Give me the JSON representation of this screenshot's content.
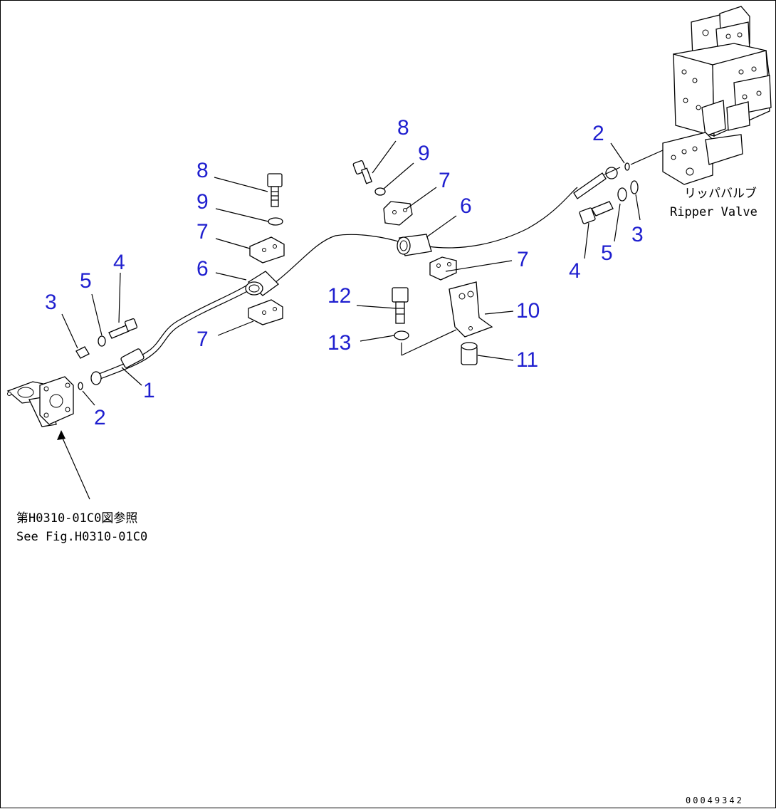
{
  "callouts": [
    {
      "id": "c8a",
      "text": "8"
    },
    {
      "id": "c9a",
      "text": "9"
    },
    {
      "id": "c7a",
      "text": "7"
    },
    {
      "id": "c6a",
      "text": "6"
    },
    {
      "id": "c7b",
      "text": "7"
    },
    {
      "id": "c3a",
      "text": "3"
    },
    {
      "id": "c5a",
      "text": "5"
    },
    {
      "id": "c4a",
      "text": "4"
    },
    {
      "id": "c1",
      "text": "1"
    },
    {
      "id": "c2a",
      "text": "2"
    },
    {
      "id": "c8b",
      "text": "8"
    },
    {
      "id": "c9b",
      "text": "9"
    },
    {
      "id": "c7c",
      "text": "7"
    },
    {
      "id": "c6b",
      "text": "6"
    },
    {
      "id": "c7d",
      "text": "7"
    },
    {
      "id": "c12",
      "text": "12"
    },
    {
      "id": "c13",
      "text": "13"
    },
    {
      "id": "c10",
      "text": "10"
    },
    {
      "id": "c11",
      "text": "11"
    },
    {
      "id": "c2b",
      "text": "2"
    },
    {
      "id": "c4b",
      "text": "4"
    },
    {
      "id": "c5b",
      "text": "5"
    },
    {
      "id": "c3b",
      "text": "3"
    }
  ],
  "ripper_label": {
    "jp": "リッパバルブ",
    "en": "Ripper Valve"
  },
  "reference_note": {
    "jp": "第H0310-01C0図参照",
    "en": "See Fig.H0310-01C0"
  },
  "drawing_code": "00049342",
  "colors": {
    "callout": "#1f1fcf",
    "line": "#000000",
    "background": "#ffffff"
  }
}
